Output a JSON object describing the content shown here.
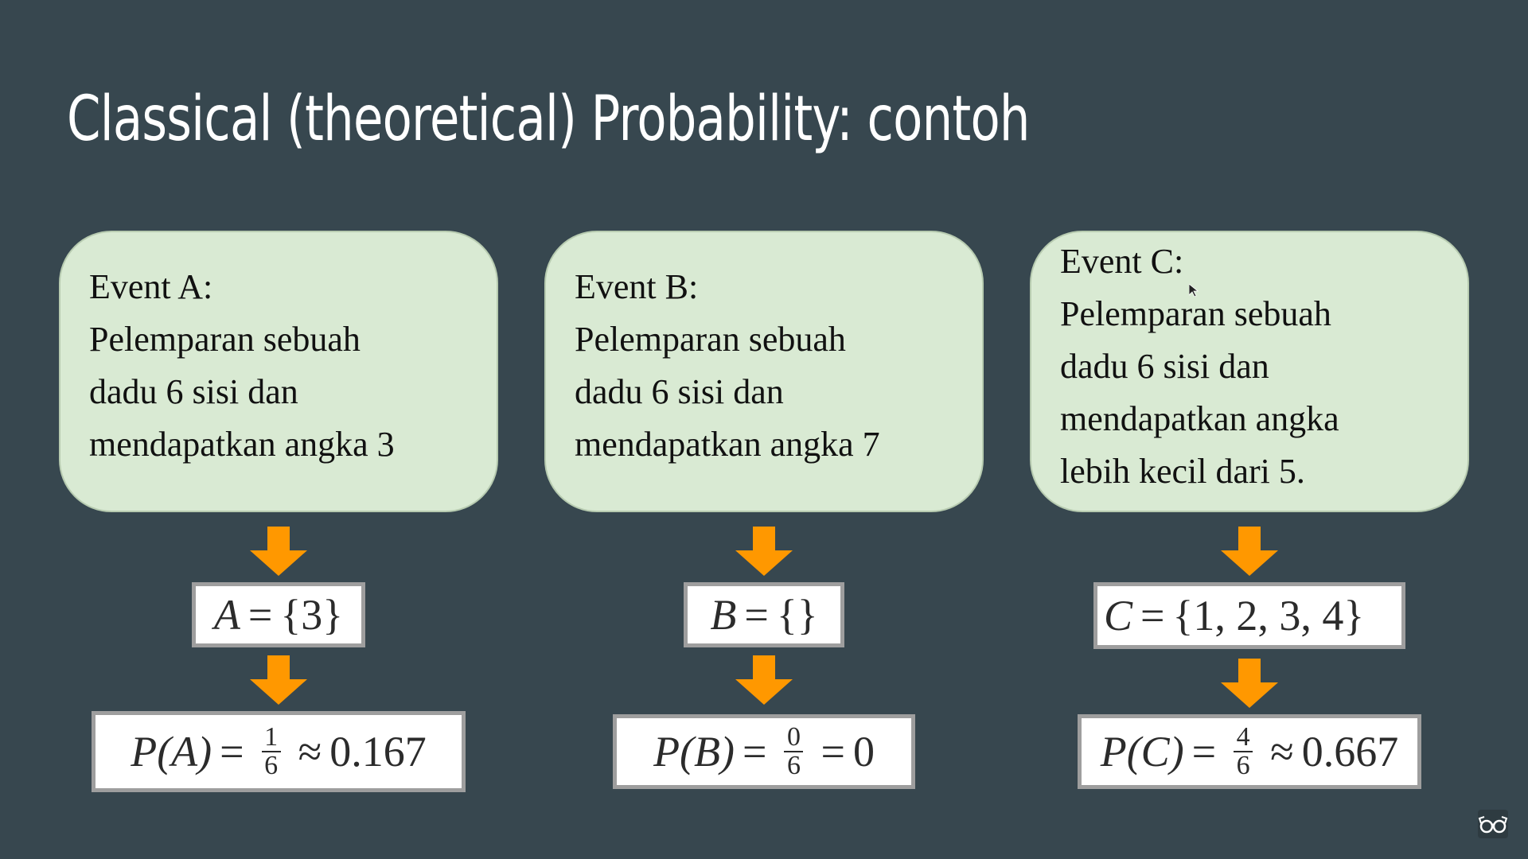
{
  "slide": {
    "title": "Classical (theoretical) Probability: contoh",
    "columns": [
      {
        "event_lines": [
          "Event A:",
          "Pelemparan sebuah",
          "dadu 6 sisi dan",
          "mendapatkan angka 3"
        ],
        "set": {
          "var": "A",
          "eq": "=",
          "value": "{3}"
        },
        "prob": {
          "lhs": "P(A)",
          "eq": "=",
          "num": "1",
          "den": "6",
          "rel": "≈",
          "result": "0.167"
        }
      },
      {
        "event_lines": [
          "Event B:",
          "Pelemparan sebuah",
          "dadu 6 sisi dan",
          "mendapatkan angka 7"
        ],
        "set": {
          "var": "B",
          "eq": "=",
          "value": "{}"
        },
        "prob": {
          "lhs": "P(B)",
          "eq": "=",
          "num": "0",
          "den": "6",
          "rel": "=",
          "result": "0"
        }
      },
      {
        "event_lines": [
          "Event C:",
          "Pelemparan sebuah",
          "dadu 6 sisi dan",
          "mendapatkan angka",
          "lebih kecil dari 5."
        ],
        "set": {
          "var": "C",
          "eq": "=",
          "value": "{1, 2, 3, 4}"
        },
        "prob": {
          "lhs": "P(C)",
          "eq": "=",
          "num": "4",
          "den": "6",
          "rel": "≈",
          "result": "0.667"
        }
      }
    ]
  },
  "colors": {
    "background": "#37474f",
    "card": "#d9ead3",
    "arrow": "#ff9800",
    "math_box_border": "#9e9e9e"
  },
  "icons": {
    "cursor": "mouse-cursor-icon",
    "corner": "glasses-icon"
  }
}
